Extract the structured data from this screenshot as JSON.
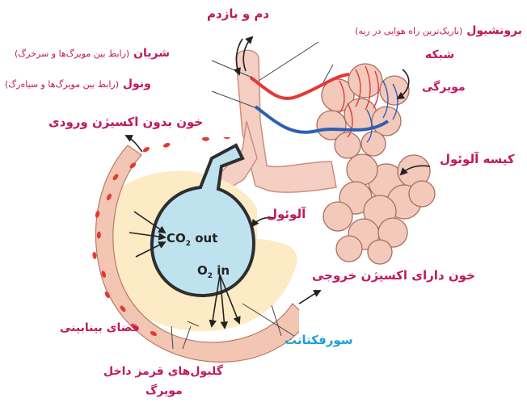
{
  "labels": {
    "breath": "دم و بازدم",
    "bronchiole": "برونشیول",
    "bronchiole_note": "(باریک‌ترین راه هوایی در ریه)",
    "artery": "شریان",
    "artery_note": "(رابط بین مویرگ‌ها و سرخرگ)",
    "vein": "ونول",
    "vein_note": "(رابط بین مویرگ‌ها و سیاه‌رگ)",
    "network_1": "شبکه",
    "network_2": "مویرگی",
    "deoxy_blood": "خون بدون اکسیژن ورودی",
    "alveolar_sac": "کیسه آلوئول",
    "alveolus": "آلوئول",
    "oxy_blood": "خون دارای اکسیژن خروجی",
    "interstitial": "فضای بینابینی",
    "surfactant": "سورفکتانت",
    "rbc_1": "گلبول‌های قرمز داخل",
    "rbc_2": "مویرگ"
  },
  "inner": {
    "co2_a": "CO",
    "co2_sub": "2",
    "co2_b": " out",
    "o2_a": "O",
    "o2_sub": "2",
    "o2_b": " in"
  },
  "colors": {
    "label": "#c2185b",
    "surfactant": "#1e9fd8",
    "airway": "#f5cfc4",
    "alveolus_air": "#bfe2ef",
    "alveolus_rim": "#2e2e2e",
    "vessel_wall": "#f3c6b4",
    "blood_cell": "#e53935",
    "artery": "#e53935",
    "vein": "#2f5fb3",
    "surfactant_layer": "#fcebc4"
  }
}
